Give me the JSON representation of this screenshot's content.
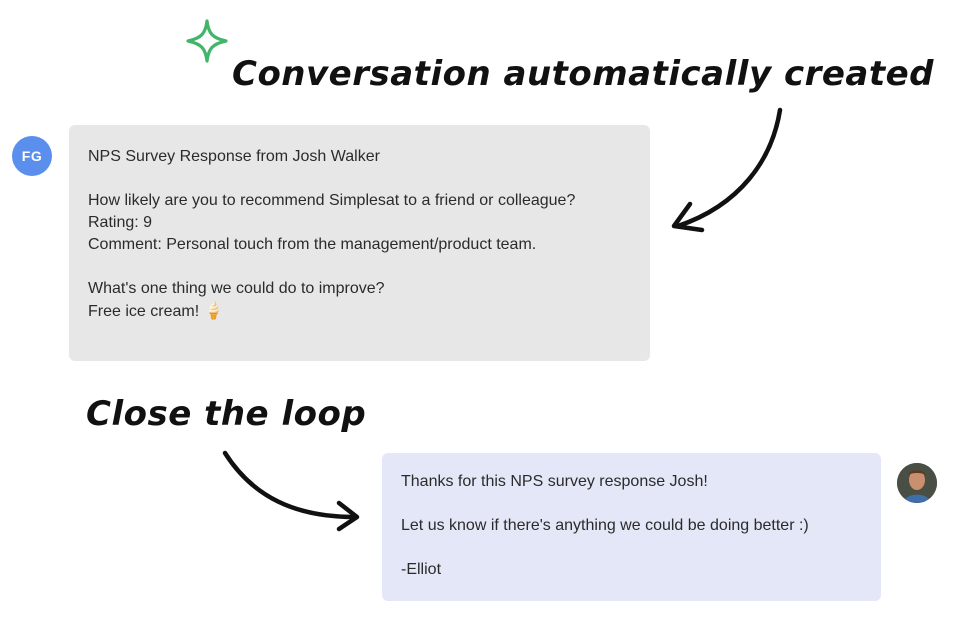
{
  "annotations": {
    "top": "Conversation automatically created",
    "bottom": "Close the loop"
  },
  "colors": {
    "sparkle": "#43b56b",
    "avatar_fg": "#5b8fee",
    "survey_bubble": "#e7e7e7",
    "reply_bubble": "#e4e7f7"
  },
  "icons": {
    "sparkle": "sparkle-icon",
    "ice_cream": "ice-cream-emoji"
  },
  "survey_message": {
    "avatar_initials": "FG",
    "title": "NPS Survey Response from Josh Walker",
    "question1": "How likely are you to recommend Simplesat to a friend or colleague?",
    "rating": "Rating: 9",
    "comment": "Comment: Personal touch from the management/product team.",
    "question2": "What's one thing we could do to improve?",
    "answer2": "Free ice cream!",
    "emoji": "🍦"
  },
  "reply_message": {
    "line1": "Thanks for this NPS survey response Josh!",
    "line2": "Let us know if there's anything we could be doing better :)",
    "signature": "-Elliot"
  }
}
